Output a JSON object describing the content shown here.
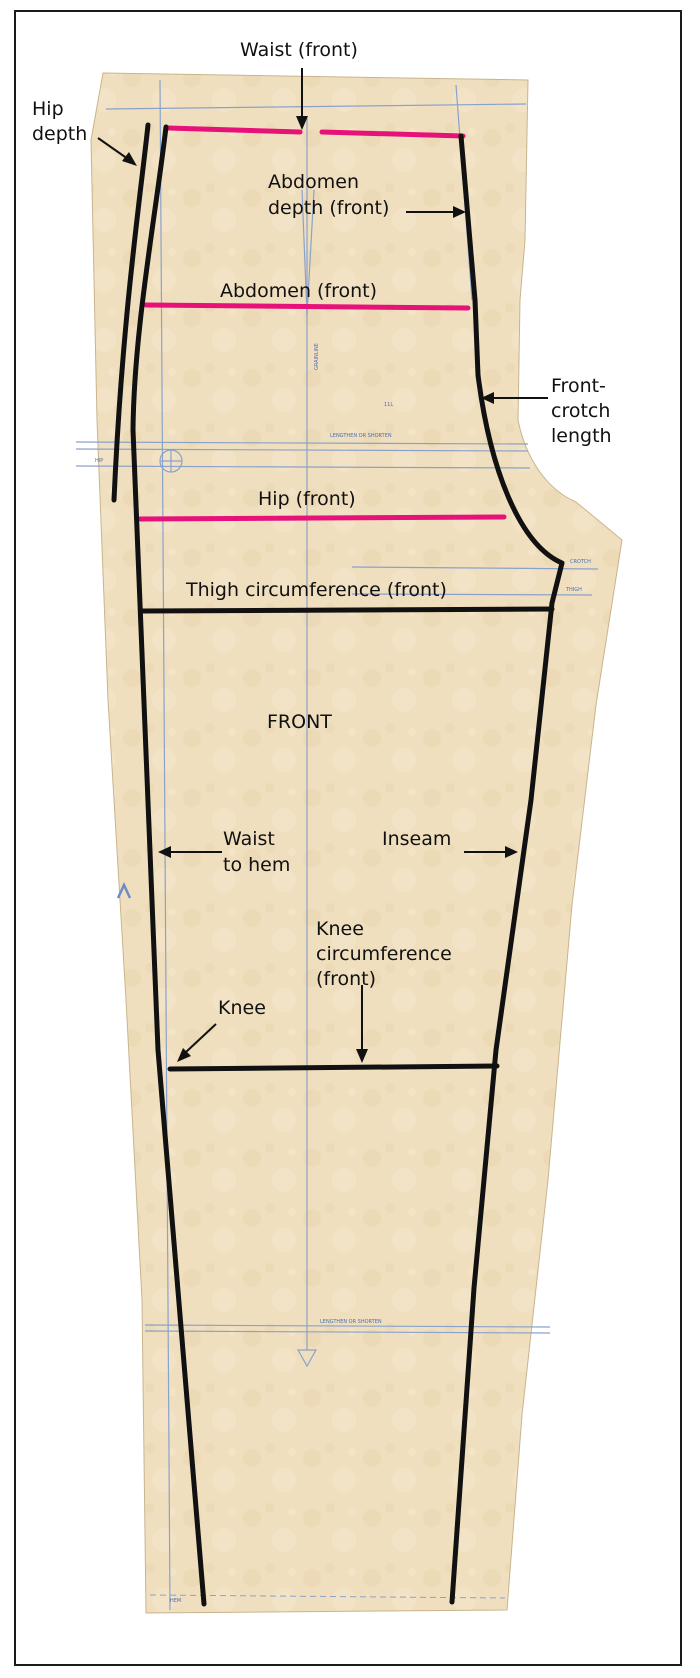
{
  "labels": {
    "waist_front": "Waist (front)",
    "hip_depth_1": "Hip",
    "hip_depth_2": "depth",
    "abdomen_depth_1": "Abdomen",
    "abdomen_depth_2": "depth (front)",
    "abdomen_front": "Abdomen (front)",
    "front_crotch_1": "Front-",
    "front_crotch_2": "crotch",
    "front_crotch_3": "length",
    "hip_front": "Hip (front)",
    "thigh_front": "Thigh circumference (front)",
    "front": "FRONT",
    "waist_to_hem_1": "Waist",
    "waist_to_hem_2": "to hem",
    "inseam": "Inseam",
    "knee_circ_1": "Knee",
    "knee_circ_2": "circumference",
    "knee_circ_3": "(front)",
    "knee": "Knee"
  },
  "pattern_marks": {
    "lengthen_shorten": "LENGTHEN OR SHORTEN",
    "hip": "HIP",
    "crotch": "CROTCH",
    "thigh": "THIGH",
    "size": "11L",
    "grainline": "GRAINLINE",
    "hem": "HEM"
  },
  "colors": {
    "paper": "#f0dfbe",
    "annotation_line": "#111111",
    "measurement_line": "#e6127a",
    "pattern_ink": "#8aa2c9"
  }
}
